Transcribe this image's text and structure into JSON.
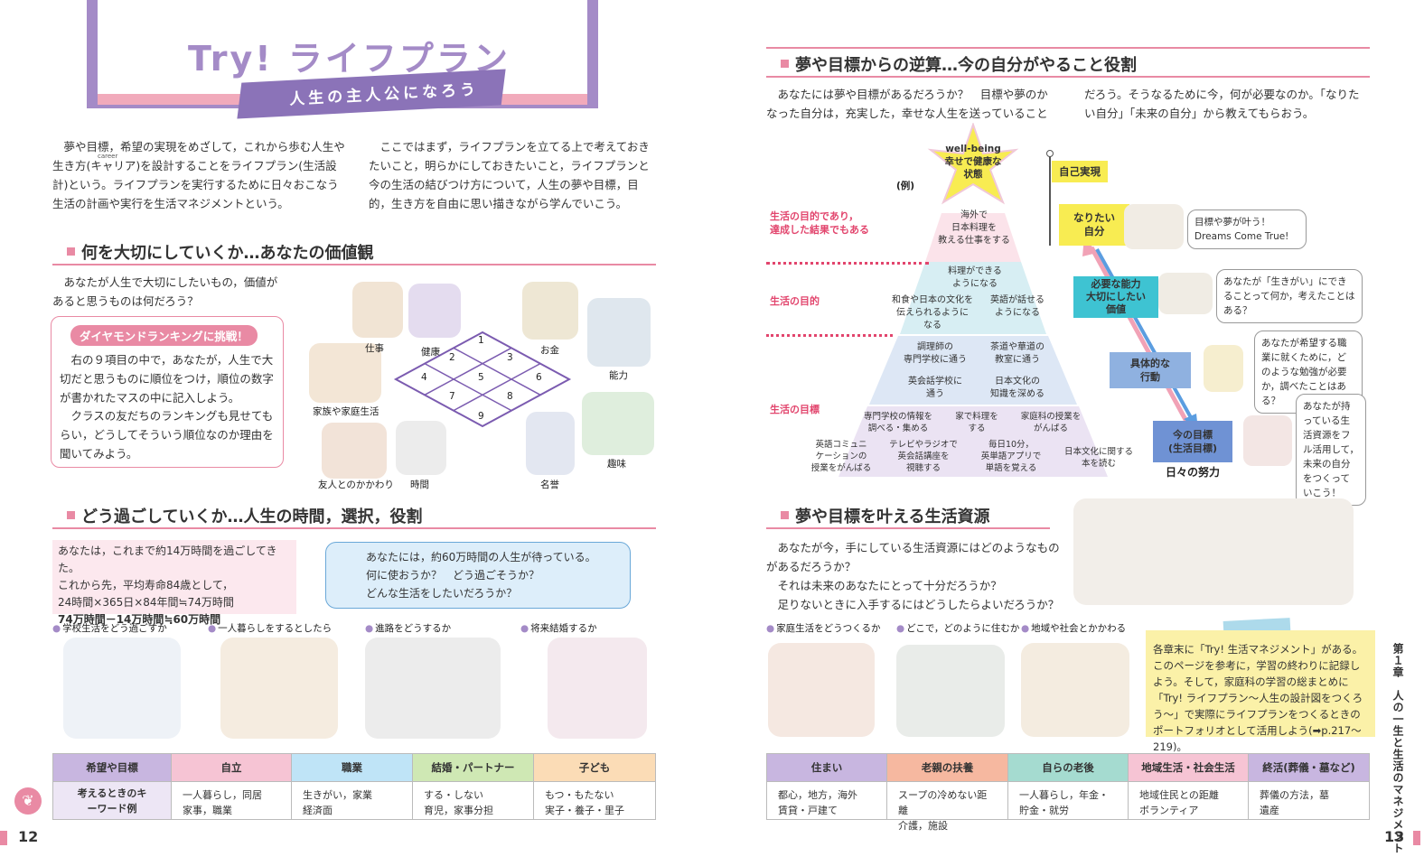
{
  "header": {
    "try_title": "Try! ライフプラン",
    "subtitle": "人生の主人公になろう"
  },
  "intro": {
    "col1": "夢や目標，希望の実現をめざして，これから歩む人生や生き方(キャリア)を設計することをライフプラン(生活設計)という。ライフプランを実行するために日々おこなう生活の計画や実行を生活マネジメントという。",
    "col1_ruby": "career",
    "col2": "ここではまず，ライフプランを立てる上で考えておきたいこと，明らかにしておきたいこと，ライフプランと今の生活の結びつけ方について，人生の夢や目標，目的，生き方を自由に思い描きながら学んでいこう。"
  },
  "values": {
    "heading": "何を大切にしていくか…あなたの価値観",
    "question": "あなたが人生で大切にしたいもの，価値があると思うものは何だろう？",
    "box_title": "ダイヤモンドランキングに挑戦！",
    "box_text1": "右の９項目の中で，あなたが，人生で大切だと思うものに順位をつけ，順位の数字が書かれたマスの中に記入しよう。",
    "box_text2": "クラスの友だちのランキングも見せてもらい，どうしてそういう順位なのか理由を聞いてみよう。",
    "items": [
      "仕事",
      "健康",
      "お金",
      "能力",
      "家族や家庭生活",
      "趣味",
      "友人とのかかわり",
      "時間",
      "名誉"
    ],
    "diamond": [
      "1",
      "2",
      "3",
      "4",
      "5",
      "6",
      "7",
      "8",
      "9"
    ]
  },
  "time": {
    "heading": "どう過ごしていくか…人生の時間，選択，役割",
    "box1": [
      "あなたは，これまで約14万時間を過ごしてきた。",
      "これから先，平均寿命84歳として，",
      "24時間×365日×84年間≒74万時間",
      "74万時間－14万時間≒60万時間"
    ],
    "box2": [
      "あなたには，約60万時間の人生が待っている。",
      "何に使おうか？　どう過ごそうか？",
      "どんな生活をしたいだろうか？"
    ],
    "bullets": [
      "学校生活をどう過ごすか",
      "一人暮らしをするとしたら",
      "進路をどうするか",
      "将来結婚するか"
    ]
  },
  "table_left": {
    "headers": [
      "希望や目標",
      "自立",
      "職業",
      "結婚・パートナー",
      "子ども"
    ],
    "row_label": "考えるときのキーワード例",
    "cells": [
      [
        "一人暮らし，同居",
        "家事，職業"
      ],
      [
        "生きがい，家業",
        "経済面"
      ],
      [
        "する・しない",
        "育児，家事分担"
      ],
      [
        "もつ・もたない",
        "実子・養子・里子"
      ]
    ]
  },
  "page_left": "12",
  "page_right": "13",
  "pyramid": {
    "heading": "夢や目標からの逆算…今の自分がやること役割",
    "intro1": "あなたには夢や目標があるだろうか？　目標や夢のかなった自分は，充実した，幸せな人生を送っていることだろう。そうなるために今，何が必要なのか。「なりたい自分」「未来の自分」から教えてもらおう。",
    "star": [
      "well-being",
      "幸せで健康な",
      "状態"
    ],
    "example": "(例)",
    "self_real": "自己実現",
    "purpose_top": [
      "生活の目的であり，",
      "達成した結果でもある"
    ],
    "purpose": "生活の目的",
    "goal": "生活の目標",
    "top": [
      "海外で",
      "日本料理を",
      "教える仕事をする"
    ],
    "l2": [
      "料理ができる",
      "ようになる"
    ],
    "l2b": [
      "和食や日本の文化を",
      "伝えられるように",
      "なる"
    ],
    "l2c": [
      "英語が話せる",
      "ようになる"
    ],
    "l3a": [
      "調理師の",
      "専門学校に通う"
    ],
    "l3b": [
      "茶道や華道の",
      "教室に通う"
    ],
    "l3c": [
      "英会話学校に",
      "通う"
    ],
    "l3d": [
      "日本文化の",
      "知識を深める"
    ],
    "l4a": [
      "専門学校の情報を",
      "調べる・集める"
    ],
    "l4b": [
      "家で料理を",
      "する"
    ],
    "l4c": [
      "家庭科の授業を",
      "がんばる"
    ],
    "l4d": [
      "英語コミュニ",
      "ケーションの",
      "授業をがんばる"
    ],
    "l4e": [
      "テレビやラジオで",
      "英会話講座を",
      "視聴する"
    ],
    "l4f": [
      "毎日10分，",
      "英単語アプリで",
      "単語を覚える"
    ],
    "l4g": [
      "日本文化に関する",
      "本を読む"
    ],
    "naritai": [
      "なりたい",
      "自分"
    ],
    "nouryoku": [
      "必要な能力",
      "大切にしたい",
      "価値"
    ],
    "gutai": [
      "具体的な",
      "行動"
    ],
    "ima": [
      "今の目標",
      "(生活目標)"
    ],
    "effort": "日々の努力",
    "b1": [
      "目標や夢が叶う！",
      "Dreams Come True!"
    ],
    "b2": "あなたが「生きがい」にできることって何か，考えたことはある？",
    "b3": "あなたが希望する職業に就くために，どのような勉強が必要か，調べたことはある？",
    "b4": "あなたが持っている生活資源をフル活用して，未来の自分をつくっていこう！"
  },
  "resources": {
    "heading": "夢や目標を叶える生活資源",
    "lines": [
      "あなたが今，手にしている生活資源にはどのようなものがあるだろうか？",
      "それは未来のあなたにとって十分だろうか？",
      "足りないときに入手するにはどうしたらよいだろうか？"
    ],
    "bullets": [
      "家庭生活をどうつくるか",
      "どこで，どのように住むか",
      "地域や社会とかかわる"
    ],
    "note": "各章末に「Try! 生活マネジメント」がある。このページを参考に，学習の終わりに記録しよう。そして，家庭科の学習の総まとめに「Try! ライフプラン～人生の設計図をつくろう～」で実際にライフプランをつくるときのポートフォリオとして活用しよう(➡p.217～219)。"
  },
  "table_right": {
    "headers": [
      "住まい",
      "老親の扶養",
      "自らの老後",
      "地域生活・社会生活",
      "終活(葬儀・墓など)"
    ],
    "cells": [
      [
        "都心，地方，海外",
        "賃貸・戸建て"
      ],
      [
        "スープの冷めない距離",
        "介護，施設"
      ],
      [
        "一人暮らし，年金・",
        "貯金・就労"
      ],
      [
        "地域住民との距離",
        "ボランティア"
      ],
      [
        "葬儀の方法，墓",
        "遺産"
      ]
    ]
  },
  "side_tab": "第１章　人の一生と生活のマネジメント",
  "colors": {
    "pink": "#e98aa4",
    "purple": "#a48bc7",
    "cyan": "#3ec3d2",
    "blue": "#7b9fd6",
    "yellow": "#f8ec52"
  }
}
